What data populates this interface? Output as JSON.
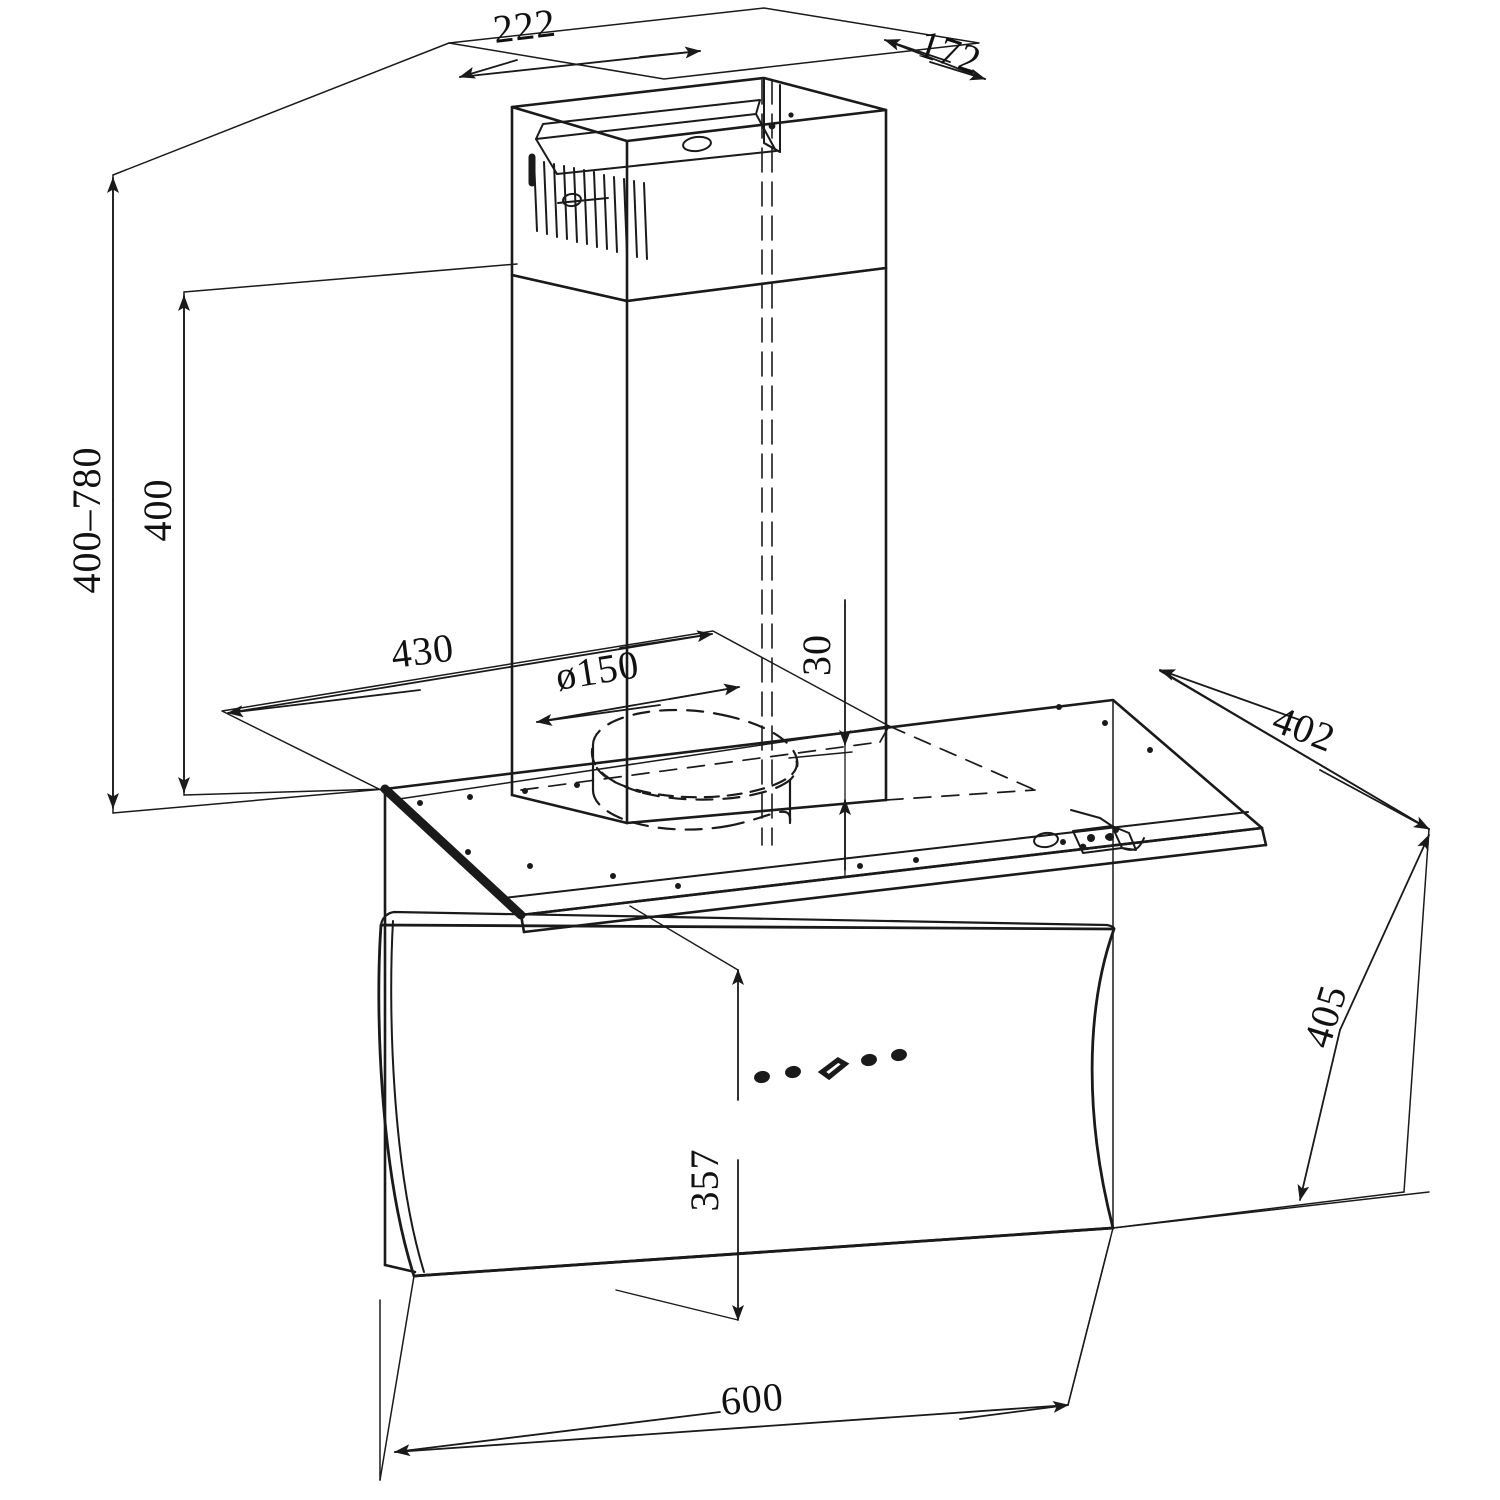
{
  "document": {
    "type": "technical-drawing",
    "subject": "angled-glass-chimney-cooker-hood",
    "units": "mm",
    "background_color": "#ffffff",
    "line_color": "#1a1a1a"
  },
  "dimensions": {
    "chimney_width": "222",
    "chimney_depth": "172",
    "mounting_height_range": "400–780",
    "chimney_height": "400",
    "canopy_depth_top": "430",
    "duct_diameter": "ø150",
    "duct_offset": "30",
    "body_depth": "402",
    "body_height": "405",
    "glass_panel_height": "357",
    "body_width": "600"
  },
  "labels": [
    {
      "id": "d-222",
      "text": "222",
      "name": "dimension-label-chimney-width"
    },
    {
      "id": "d-172",
      "text": "172",
      "name": "dimension-label-chimney-depth"
    },
    {
      "id": "d-400-780",
      "text": "400–780",
      "name": "dimension-label-mounting-height-range"
    },
    {
      "id": "d-400",
      "text": "400",
      "name": "dimension-label-chimney-height"
    },
    {
      "id": "d-430",
      "text": "430",
      "name": "dimension-label-canopy-depth"
    },
    {
      "id": "d-150",
      "text": "ø150",
      "name": "dimension-label-duct-diameter"
    },
    {
      "id": "d-30",
      "text": "30",
      "name": "dimension-label-duct-offset"
    },
    {
      "id": "d-402",
      "text": "402",
      "name": "dimension-label-body-depth"
    },
    {
      "id": "d-405",
      "text": "405",
      "name": "dimension-label-body-height"
    },
    {
      "id": "d-357",
      "text": "357",
      "name": "dimension-label-glass-height"
    },
    {
      "id": "d-600",
      "text": "600",
      "name": "dimension-label-body-width"
    }
  ],
  "control_panel": {
    "buttons": [
      "dot",
      "dot",
      "square",
      "dot",
      "dot"
    ],
    "count": 5
  },
  "features": {
    "vent_louvres_count": 12,
    "top_bracket": "wall-mount-bracket",
    "duct_collar": "round-150mm-collar",
    "glass_front": "curved-angled-glass-panel"
  }
}
